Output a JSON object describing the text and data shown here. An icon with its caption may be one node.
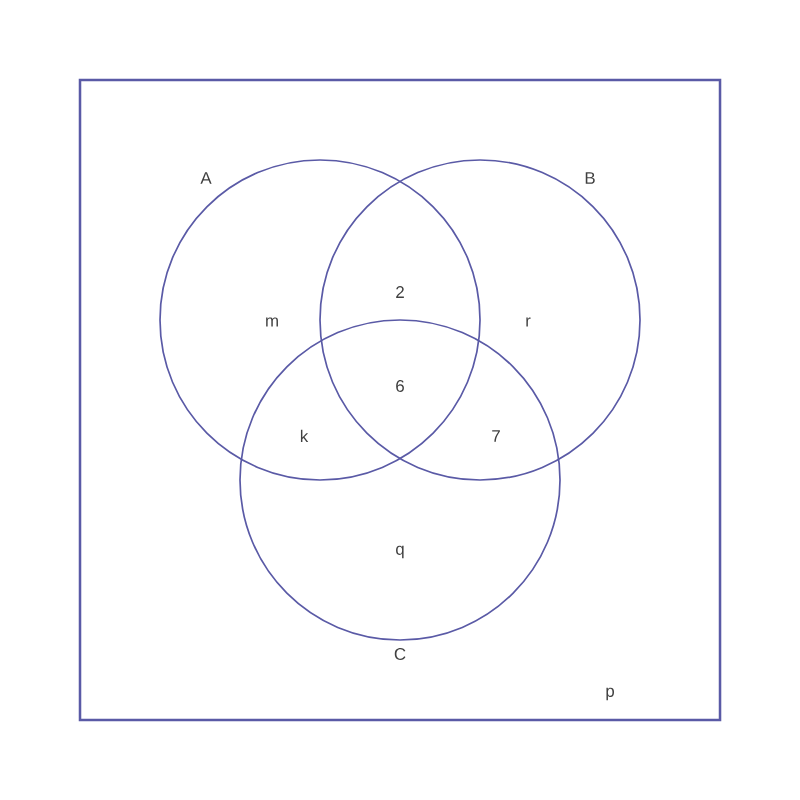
{
  "diagram": {
    "nodes": [
      {
        "text": [
          "p"
        ]
      },
      {
        "text": [
          "A"
        ],
        "in": 0
      },
      {
        "text": [
          "B"
        ],
        "in": 0
      },
      {
        "text": [
          "C"
        ],
        "in": 0
      }
    ],
    "labels": [
      "m",
      "2",
      "r",
      "6",
      "k",
      "7",
      "q"
    ]
  }
}
